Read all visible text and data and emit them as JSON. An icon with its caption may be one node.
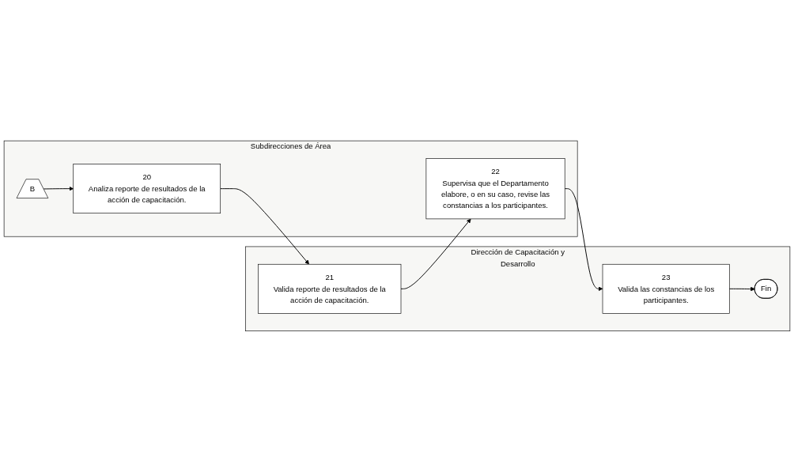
{
  "diagram": {
    "nodes": [
      {
        "text": [
          "Dirección de Capacitación y Desarrollo"
        ]
      },
      {
        "text": [
          "Subdirecciones de Área"
        ]
      },
      {
        "text": [
          "B"
        ],
        "in": 1
      },
      {
        "text": [
          "20",
          "Analiza reporte de resultados de la acción de capacitación."
        ],
        "in": 1
      },
      {
        "text": [
          "21",
          "Valida reporte de resultados de la acción de capacitación."
        ],
        "in": 0
      },
      {
        "text": [
          "22",
          "Supervisa que el Departamento elabore, o en su caso, revise las constancias a los participantes."
        ],
        "in": 1
      },
      {
        "text": [
          "23",
          "Valida las constancias de los participantes."
        ],
        "in": 0
      },
      {
        "text": [
          "Fin"
        ],
        "in": 0
      }
    ],
    "edges": [
      {
        "from": 2,
        "to": 3,
        "arrow": "to"
      },
      {
        "from": 3,
        "to": 4,
        "arrow": "to"
      },
      {
        "from": 4,
        "to": 5,
        "arrow": "to"
      },
      {
        "from": 5,
        "to": 6,
        "arrow": "to"
      },
      {
        "from": 6,
        "to": 7,
        "arrow": "to"
      }
    ]
  }
}
